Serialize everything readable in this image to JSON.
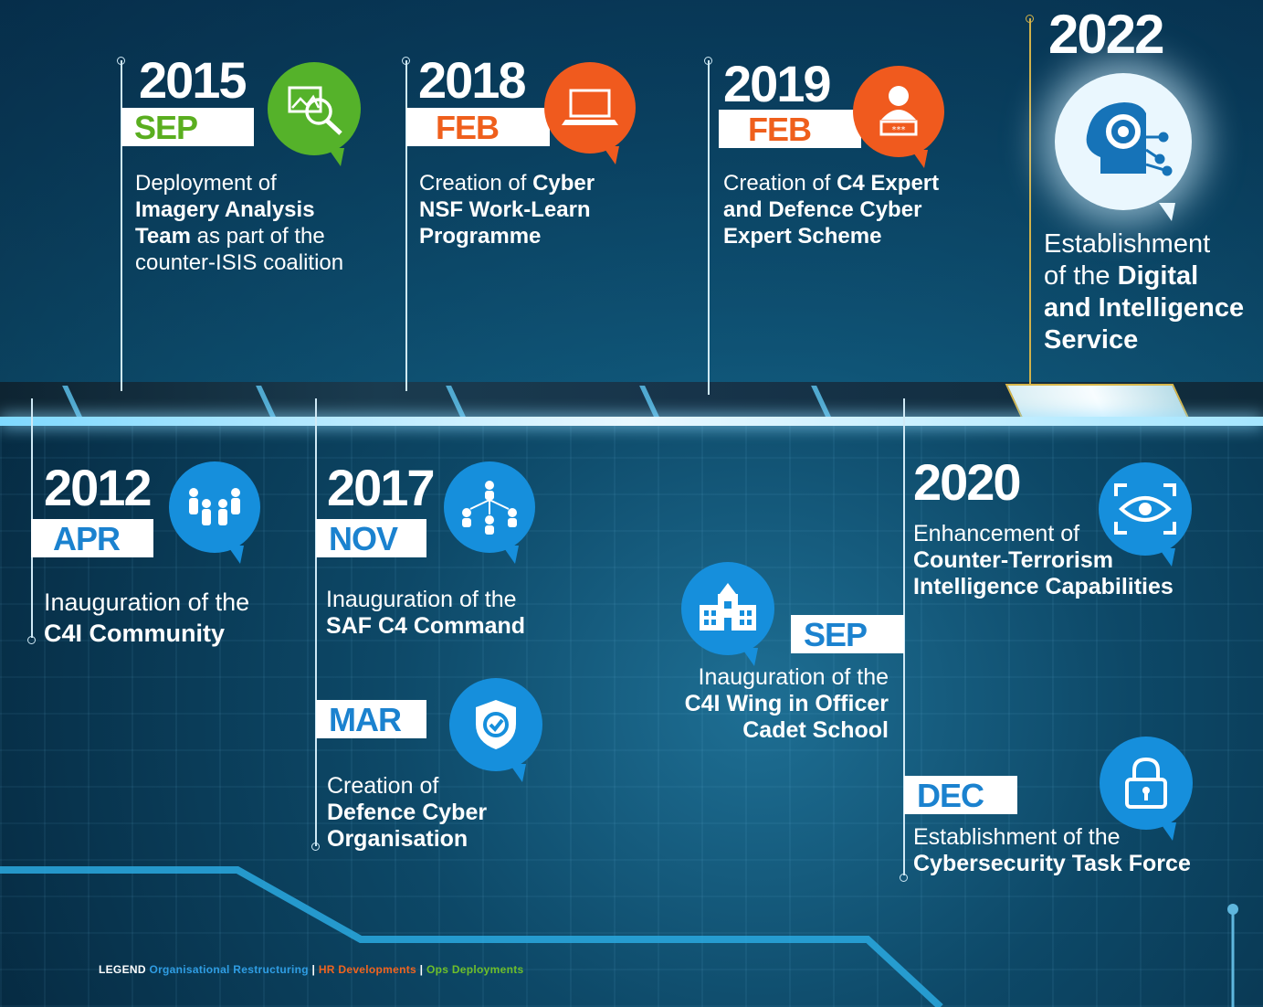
{
  "colors": {
    "ops": "#55b22a",
    "hr": "#f05a1e",
    "org": "#168fdc",
    "highlight": "#d2b24a"
  },
  "events": {
    "e2015": {
      "year": "2015",
      "month": "SEP",
      "icon": "image-analysis-icon",
      "lines": [
        [
          "Deployment of",
          ""
        ],
        [
          "",
          "Imagery Analysis"
        ],
        [
          "Team",
          " as part of the"
        ],
        [
          "counter-ISIS coalition",
          ""
        ]
      ]
    },
    "e2018": {
      "year": "2018",
      "month": "FEB",
      "icon": "laptop-icon",
      "lines": [
        [
          "Creation of ",
          "Cyber"
        ],
        [
          "",
          "NSF Work-Learn"
        ],
        [
          "",
          "Programme"
        ]
      ]
    },
    "e2019": {
      "year": "2019",
      "month": "FEB",
      "icon": "expert-user-icon",
      "lines": [
        [
          "Creation of ",
          "C4 Expert"
        ],
        [
          "",
          "and Defence Cyber"
        ],
        [
          "",
          "Expert Scheme"
        ]
      ]
    },
    "e2022": {
      "year": "2022",
      "icon": "digital-brain-gear-icon",
      "lines": [
        [
          "Establishment",
          ""
        ],
        [
          "of the ",
          "Digital"
        ],
        [
          "",
          "and Intelligence"
        ],
        [
          "",
          "Service"
        ]
      ]
    },
    "e2012": {
      "year": "2012",
      "month": "APR",
      "icon": "community-people-icon",
      "lines": [
        [
          "Inauguration of the",
          ""
        ],
        [
          "",
          "C4I Community"
        ]
      ]
    },
    "e2017nov": {
      "year": "2017",
      "month": "NOV",
      "icon": "network-people-icon",
      "lines": [
        [
          "Inauguration of the",
          ""
        ],
        [
          "",
          "SAF C4 Command"
        ]
      ]
    },
    "e2017mar": {
      "month": "MAR",
      "icon": "shield-check-icon",
      "lines": [
        [
          "Creation of",
          ""
        ],
        [
          "",
          "Defence Cyber"
        ],
        [
          "",
          "Organisation"
        ]
      ]
    },
    "e2020sep": {
      "month": "SEP",
      "icon": "school-building-icon",
      "lines": [
        [
          "Inauguration of the",
          ""
        ],
        [
          "",
          "C4I Wing in Officer"
        ],
        [
          "",
          "Cadet School"
        ]
      ]
    },
    "e2020": {
      "year": "2020",
      "icon": "eye-scan-icon",
      "lines": [
        [
          "Enhancement of",
          ""
        ],
        [
          "",
          "Counter-Terrorism"
        ],
        [
          "",
          "Intelligence Capabilities"
        ]
      ]
    },
    "e2020dec": {
      "month": "DEC",
      "icon": "lock-icon",
      "lines": [
        [
          "Establishment of the",
          ""
        ],
        [
          "",
          "Cybersecurity Task Force"
        ]
      ]
    }
  },
  "legend": {
    "label": "LEGEND",
    "org": "Organisational Restructuring",
    "sep1": " | ",
    "hr": "HR Developments",
    "sep2": " | ",
    "ops": "Ops Deployments"
  }
}
